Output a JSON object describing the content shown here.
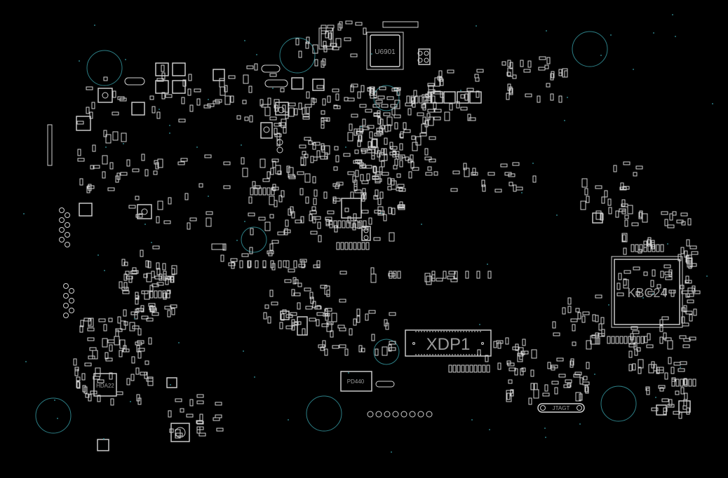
{
  "board": {
    "background": "#000000",
    "silkscreen_color": "#d0d0d0",
    "mount_hole_color": "#2c7f86"
  },
  "labels": {
    "u6901": "U6901",
    "kbc24": "KBC24",
    "xdp1": "XDP1",
    "hda22": "HDA22",
    "pd440": "PD440",
    "jtag1": "JTAGT"
  }
}
